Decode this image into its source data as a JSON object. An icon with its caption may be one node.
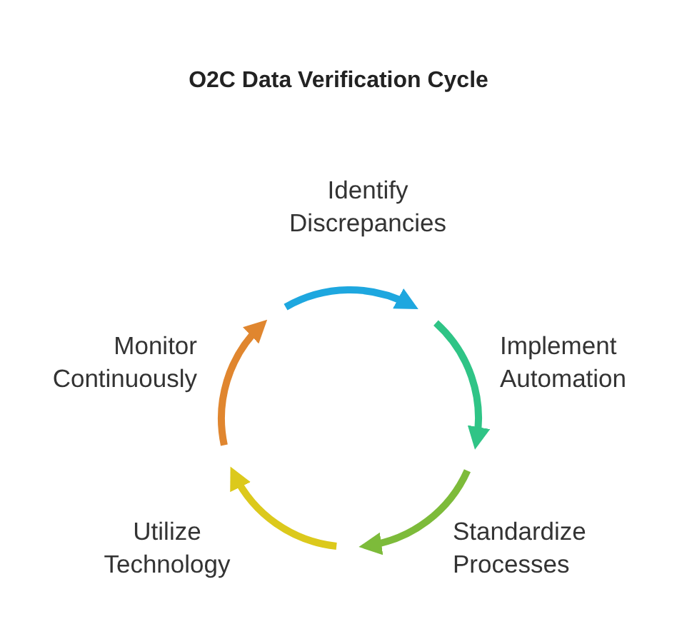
{
  "diagram": {
    "title": "O2C Data Verification Cycle",
    "nodes": [
      {
        "text": [
          "Identify Discrepancies"
        ]
      },
      {
        "text": [
          "Implement Automation"
        ]
      },
      {
        "text": [
          "Standardize Processes"
        ]
      },
      {
        "text": [
          "Utilize Technology"
        ]
      },
      {
        "text": [
          "Monitor Continuously"
        ]
      }
    ]
  }
}
